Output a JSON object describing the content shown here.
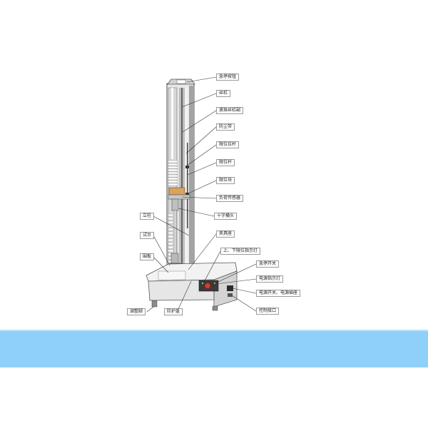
{
  "labels": {
    "emergency_button": "急停按钮",
    "lead_screw": "丝杠",
    "ball_screw": "滚珠丝杠副",
    "dust_belt": "防尘带",
    "limit_rod": "限位拉杆",
    "limit_bar": "限位杆",
    "limit_block": "限位块",
    "load_sensor": "负荷传感器",
    "crosshead": "十字横头",
    "fixture_seat": "夹具座",
    "limit_indicator": "上、下限位指示灯",
    "estop_switch": "急停开关",
    "power_indicator": "电源指示灯",
    "power_switch_socket": "电源开关、电源插座",
    "control_port": "控制接口",
    "column": "立柱",
    "test_bench": "试台",
    "enclosure": "围板",
    "adjust_feet": "调整脚",
    "protective_cover": "防护盖"
  },
  "colors": {
    "band": "#8fd0f8",
    "stop_button_red": "#d83a2a",
    "load_sensor_orange": "#d9a35e"
  }
}
